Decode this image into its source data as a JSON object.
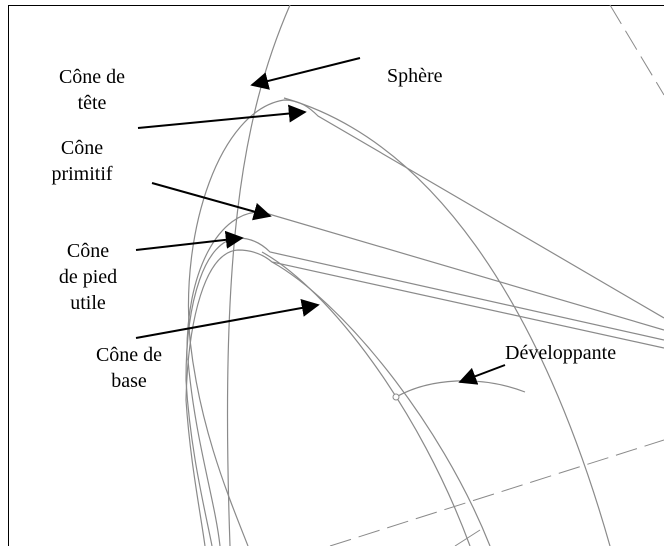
{
  "labels": {
    "cone_de_tete_line1": "Cône de",
    "cone_de_tete_line2": "tête",
    "sphere": "Sphère",
    "cone_primitif_line1": "Cône",
    "cone_primitif_line2": "primitif",
    "cone_pied_line1": "Cône",
    "cone_pied_line2": "de pied",
    "cone_pied_line3": "utile",
    "cone_base_line1": "Cône de",
    "cone_base_line2": "base",
    "developpante": "Développante"
  },
  "colors": {
    "curve": "#8a8a8a",
    "arrow": "#000000",
    "text": "#000000"
  }
}
